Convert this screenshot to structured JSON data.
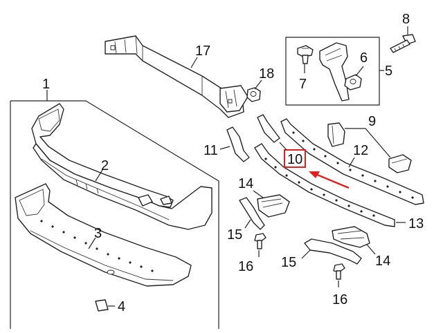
{
  "diagram": {
    "callouts": {
      "c1": "1",
      "c2": "2",
      "c3": "3",
      "c4": "4",
      "c5": "5",
      "c6": "6",
      "c7": "7",
      "c8": "8",
      "c9": "9",
      "c10": "10",
      "c11": "11",
      "c12": "12",
      "c13": "13",
      "c14a": "14",
      "c14b": "14",
      "c15a": "15",
      "c15b": "15",
      "c16a": "16",
      "c16b": "16",
      "c17": "17",
      "c18": "18"
    },
    "colors": {
      "highlight": "#e02020",
      "line": "#222222",
      "background": "#ffffff"
    },
    "highlighted_part": "10"
  }
}
